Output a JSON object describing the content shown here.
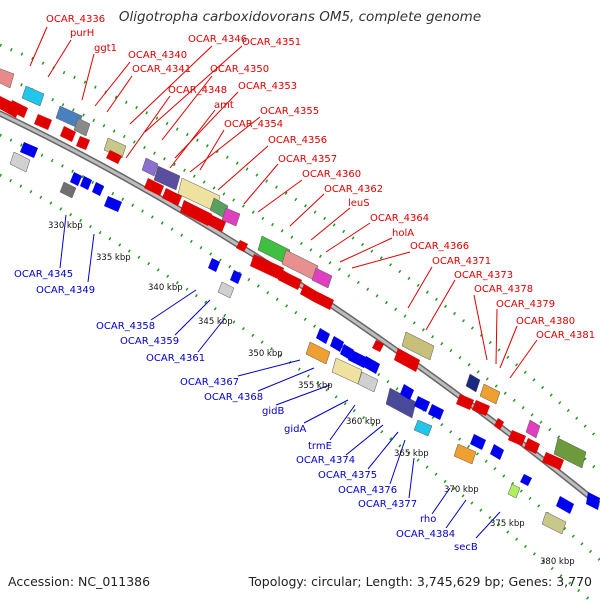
{
  "title": "Oligotropha carboxidovorans OM5, complete genome",
  "footer": {
    "accession": "Accession: NC_011386",
    "summary": "Topology: circular; Length: 3,745,629 bp; Genes: 3,770"
  },
  "colors": {
    "forward_label": "#e00000",
    "reverse_label": "#0000cc",
    "ring": "#8c8c8c",
    "dots": "#1e9a1e"
  },
  "ticks": [
    "330 kbp",
    "335 kbp",
    "340 kbp",
    "345 kbp",
    "350 kbp",
    "355 kbp",
    "360 kbp",
    "365 kbp",
    "370 kbp",
    "375 kbp",
    "380 kbp"
  ],
  "forward_labels": [
    "OCAR_4336",
    "purH",
    "ggt1",
    "OCAR_4340",
    "OCAR_4341",
    "OCAR_4346",
    "OCAR_4351",
    "OCAR_4350",
    "OCAR_4348",
    "OCAR_4353",
    "amt",
    "OCAR_4355",
    "OCAR_4354",
    "OCAR_4356",
    "OCAR_4357",
    "OCAR_4360",
    "OCAR_4362",
    "leuS",
    "OCAR_4364",
    "holA",
    "OCAR_4366",
    "OCAR_4371",
    "OCAR_4373",
    "OCAR_4378",
    "OCAR_4379",
    "OCAR_4380",
    "OCAR_4381"
  ],
  "reverse_labels": [
    "OCAR_4345",
    "OCAR_4349",
    "OCAR_4358",
    "OCAR_4359",
    "OCAR_4361",
    "OCAR_4367",
    "OCAR_4368",
    "gidB",
    "gidA",
    "trmE",
    "OCAR_4374",
    "OCAR_4375",
    "OCAR_4376",
    "OCAR_4377",
    "rho",
    "OCAR_4384",
    "secB"
  ]
}
